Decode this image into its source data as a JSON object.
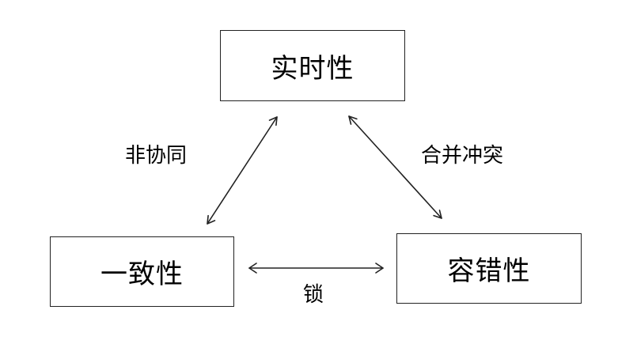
{
  "nodes": {
    "top": "实时性",
    "left": "一致性",
    "right": "容错性"
  },
  "edges": {
    "top_left": "非协同",
    "top_right": "合并冲突",
    "left_right": "锁"
  },
  "colors": {
    "stroke": "#222222",
    "background": "#ffffff"
  }
}
